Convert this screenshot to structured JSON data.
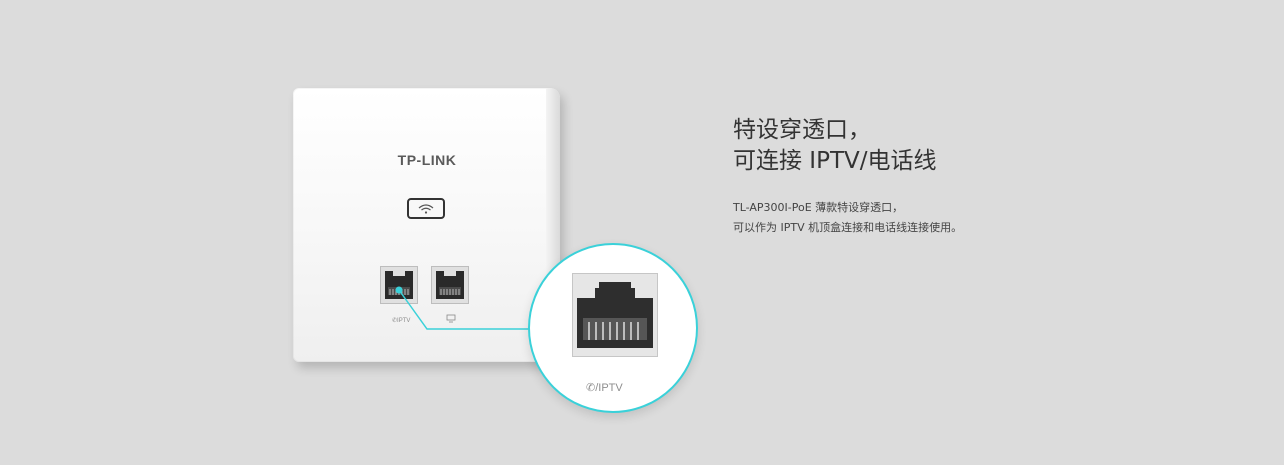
{
  "product": {
    "logo": "TP-LINK",
    "port_label_left": "IPTV",
    "zoom_label": "IPTV"
  },
  "headline": {
    "line1": "特设穿透口，",
    "line2": "可连接 IPTV/电话线"
  },
  "description": {
    "line1": "TL-AP300I-PoE 薄款特设穿透口，",
    "line2": "可以作为 IPTV 机顶盒连接和电话线连接使用。"
  },
  "colors": {
    "background": "#dcdcdc",
    "accent": "#3ad1d9",
    "text": "#333333"
  }
}
